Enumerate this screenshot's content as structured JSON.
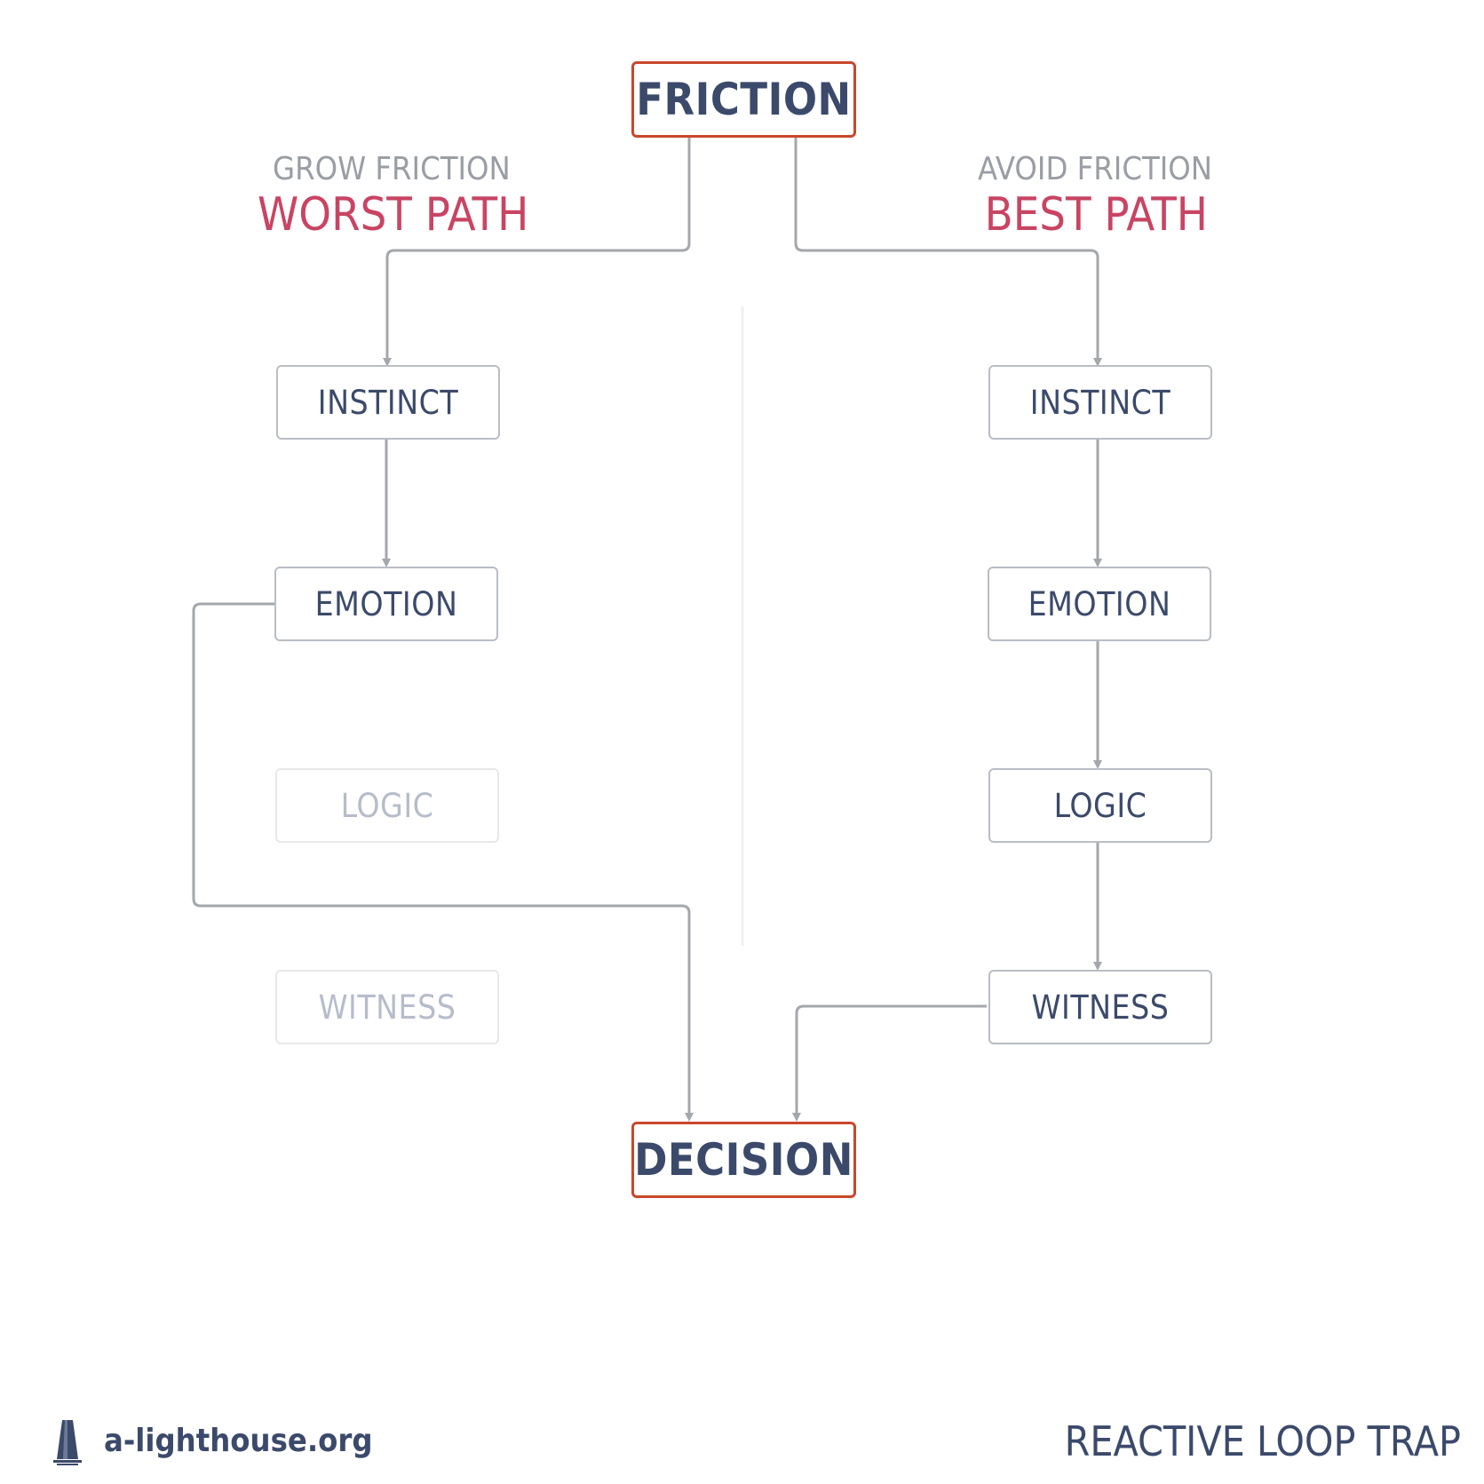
{
  "top_node": "FRICTION",
  "bottom_node": "DECISION",
  "left_path": {
    "subtitle": "GROW FRICTION",
    "title": "WORST PATH",
    "steps": [
      "INSTINCT",
      "EMOTION",
      "LOGIC",
      "WITNESS"
    ]
  },
  "right_path": {
    "subtitle": "AVOID FRICTION",
    "title": "BEST PATH",
    "steps": [
      "INSTINCT",
      "EMOTION",
      "LOGIC",
      "WITNESS"
    ]
  },
  "footer": {
    "site": "a-lighthouse.org",
    "title": "REACTIVE LOOP TRAP"
  },
  "colors": {
    "node_text": "#3b4a6b",
    "main_border": "#c8472c",
    "path_title": "#c94463",
    "subtitle": "#9a9ea4",
    "connector": "#a4a7ab"
  }
}
